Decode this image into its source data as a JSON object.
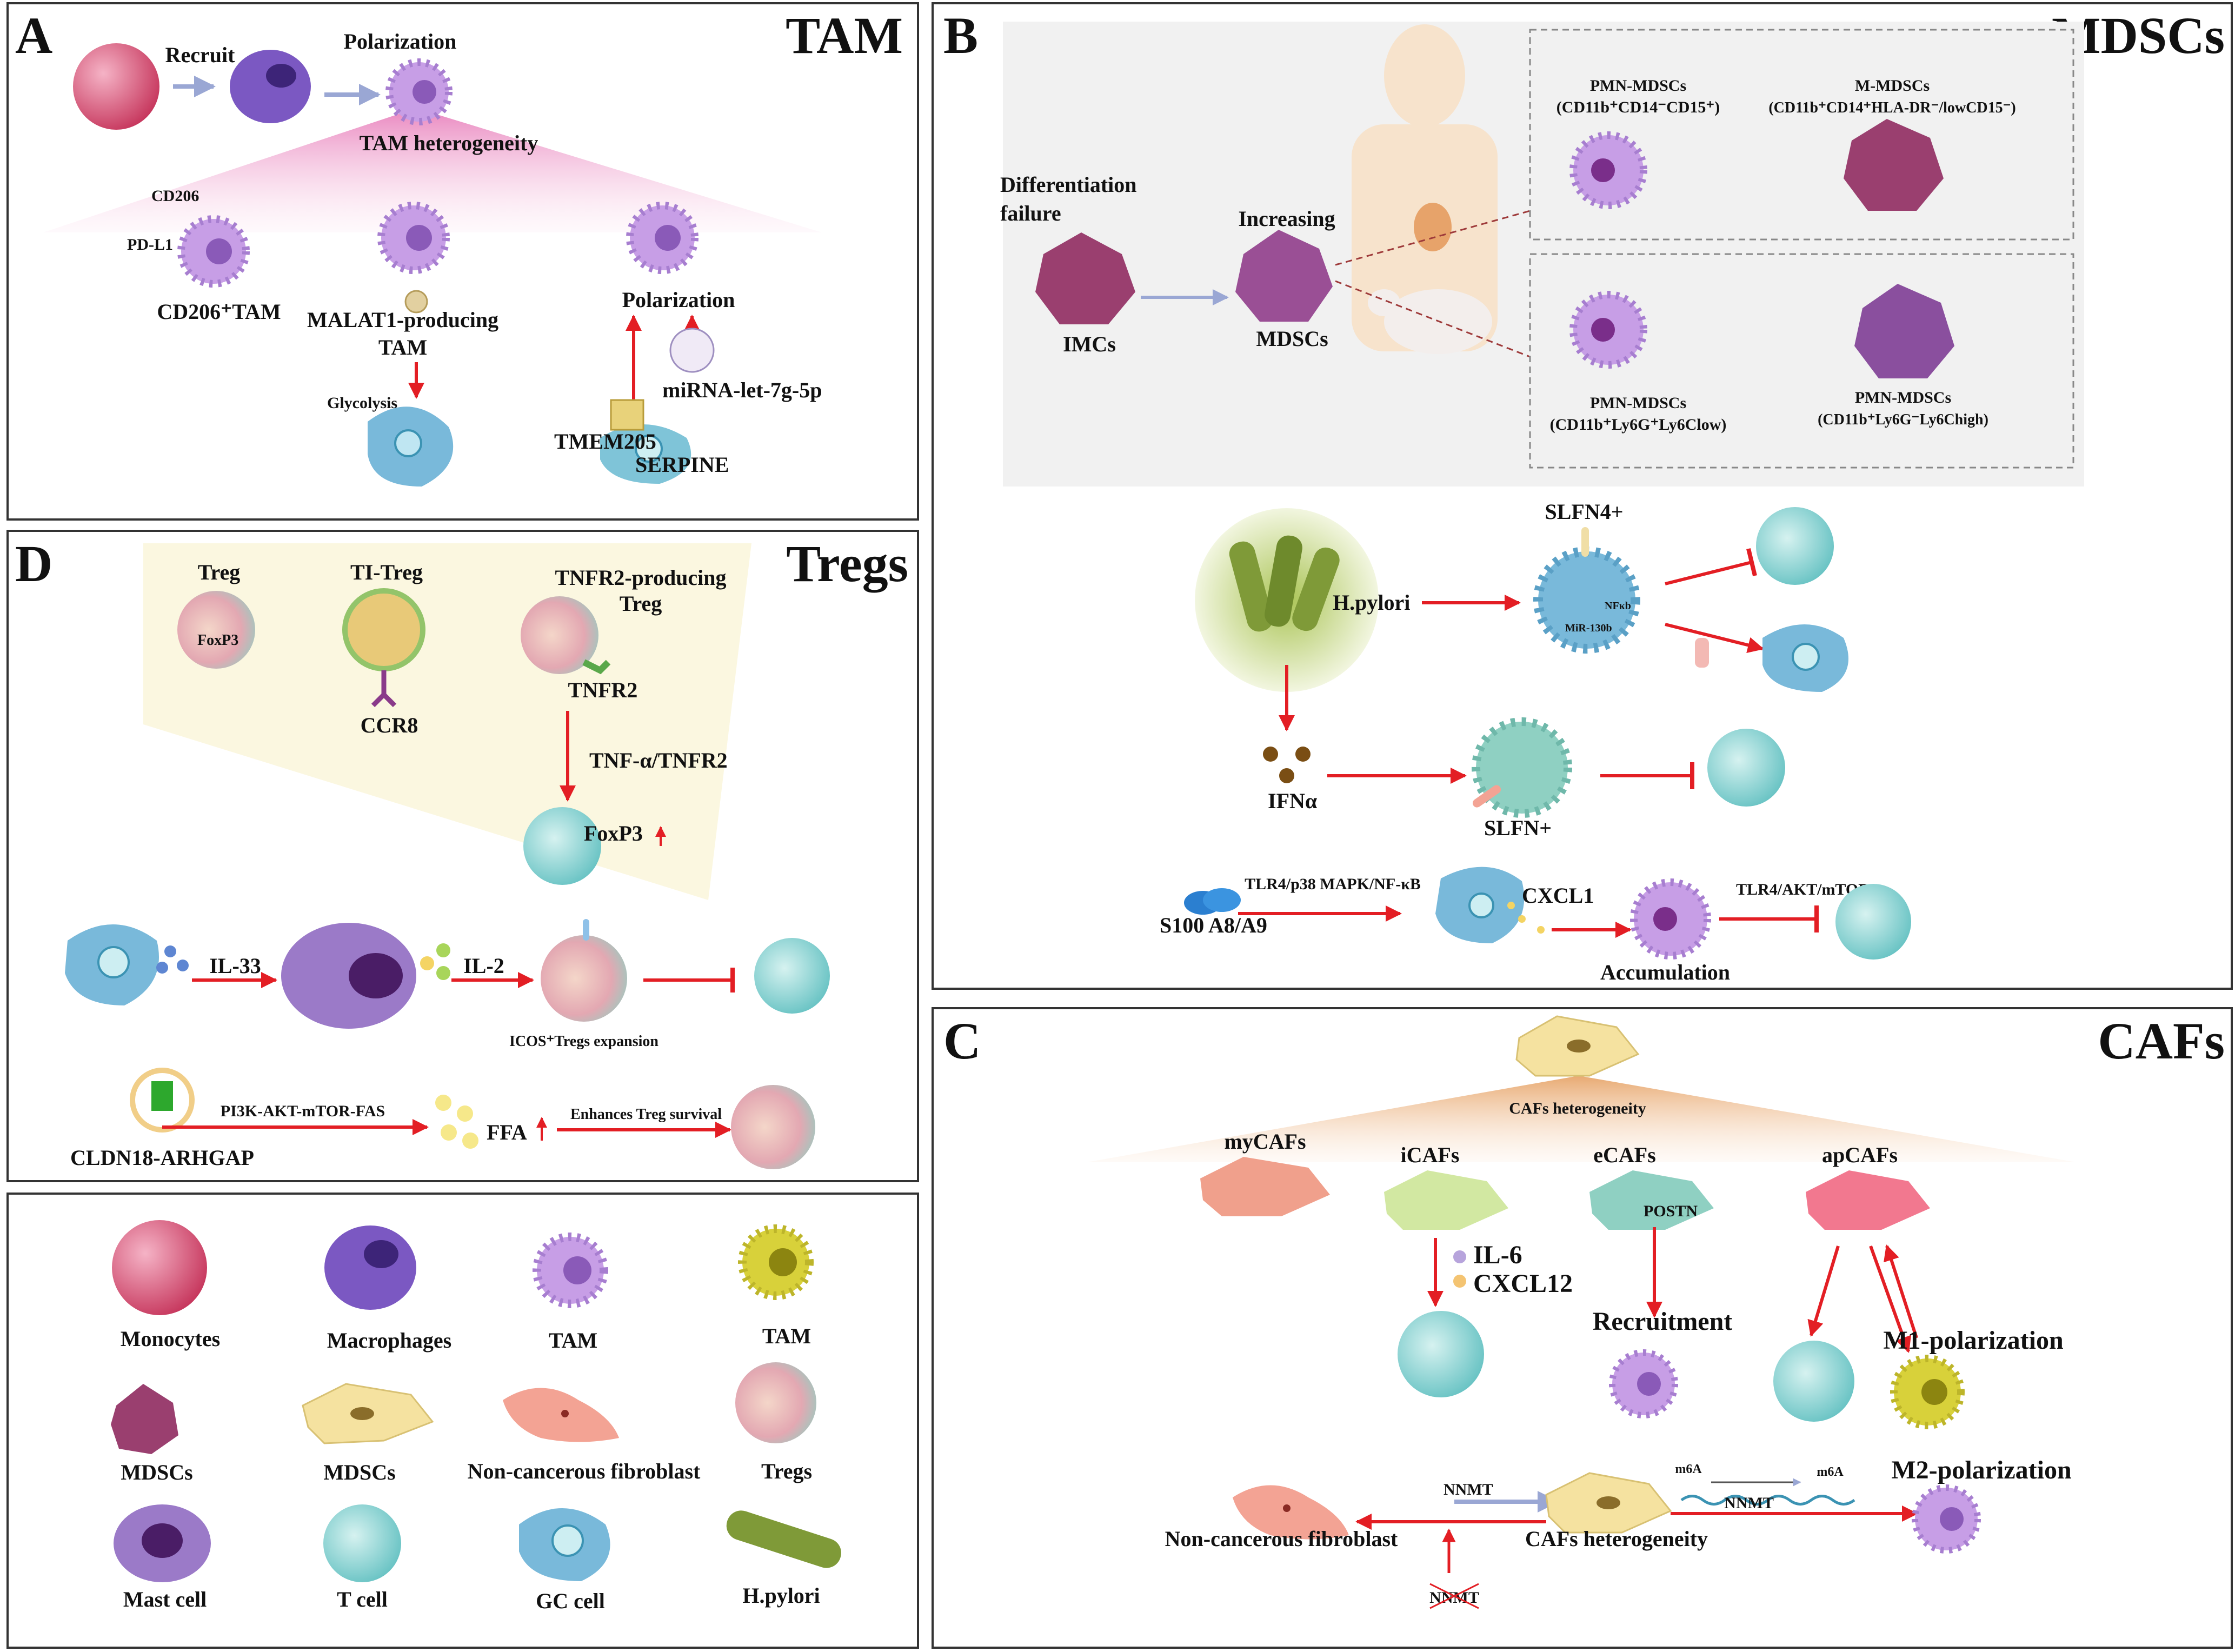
{
  "colors": {
    "arrow_red": "#e31e24",
    "arrow_blue": "#9aa7d4",
    "monocyte": "#e06080",
    "macrophage": "#7b58c2",
    "tam": "#c79ee6",
    "tam_yellow": "#d8d13a",
    "mdsc": "#9a3f6f",
    "caf": "#f5e2a0",
    "fibroblast": "#f3a394",
    "treg": "#e7b7b4",
    "tcell": "#7fd3d0",
    "gc": "#79b9da",
    "mast": "#6a3a96",
    "hpylori": "#7f9a38"
  },
  "panels": {
    "A": {
      "letter": "A",
      "title": "TAM",
      "recruit": "Recruit",
      "polarization_top": "Polarization",
      "heterogeneity": "TAM heterogeneity",
      "cd206": "CD206",
      "pdl1": "PD-L1",
      "cd206_tam": "CD206⁺TAM",
      "malat1_line1": "MALAT1-producing",
      "malat1_line2": "TAM",
      "glycolysis": "Glycolysis",
      "polarization_right": "Polarization",
      "mirna": "miRNA-let-7g-5p",
      "tmem205": "TMEM205",
      "serpine": "SERPINE"
    },
    "B": {
      "letter": "B",
      "title": "MDSCs",
      "diff_line1": "Differentiation",
      "diff_line2": "failure",
      "increasing": "Increasing",
      "imcs": "IMCs",
      "mdscs": "MDSCs",
      "pmn_human": "PMN-MDSCs",
      "pmn_human_markers": "(CD11b⁺CD14⁻CD15⁺)",
      "m_human": "M-MDSCs",
      "m_human_markers": "(CD11b⁺CD14⁺HLA-DR⁻/lowCD15⁻)",
      "pmn_mouse": "PMN-MDSCs",
      "pmn_mouse_markers": "(CD11b⁺Ly6G⁺Ly6Clow)",
      "pmn_mouse2": "PMN-MDSCs",
      "pmn_mouse2_markers": "(CD11b⁺Ly6G⁻Ly6Chigh)",
      "slfn4": "SLFN4+",
      "hpylori": "H.pylori",
      "nfkb": "NFκb",
      "mir": "MiR-130b",
      "ifna": "IFNα",
      "slfn": "SLFN+",
      "tlr4_p38": "TLR4/p38 MAPK/NF-κB",
      "s100": "S100 A8/A9",
      "cxcl1": "CXCL1",
      "tlr4_akt": "TLR4/AKT/mTOR",
      "accumulation": "Accumulation"
    },
    "C": {
      "letter": "C",
      "title": "CAFs",
      "heterogeneity": "CAFs heterogeneity",
      "mycafs": "myCAFs",
      "icafs": "iCAFs",
      "ecafs": "eCAFs",
      "apcafs": "apCAFs",
      "postn": "POSTN",
      "il6": "IL-6",
      "cxcl12": "CXCL12",
      "recruitment": "Recruitment",
      "m1": "M1-polarization",
      "m6a_1": "m6A",
      "m6a_2": "m6A",
      "m2": "M2-polarization",
      "nnmt_top": "NNMT",
      "nnmt_mid": "NNMT",
      "nnmt_bottom": "NNMT",
      "noncancer": "Non-cancerous  fibroblast",
      "caf_het_bottom": "CAFs heterogeneity"
    },
    "D": {
      "letter": "D",
      "title": "Tregs",
      "treg": "Treg",
      "foxp3": "FoxP3",
      "ti_treg": "TI-Treg",
      "ccr8": "CCR8",
      "tnfr2_treg_line1": "TNFR2-producing",
      "tnfr2_treg_line2": "Treg",
      "tnfr2": "TNFR2",
      "tnfa_tnfr2": "TNF-α/TNFR2",
      "foxp3_up": "FoxP3",
      "il33": "IL-33",
      "il2": "IL-2",
      "icos": "ICOS⁺Tregs expansion",
      "pi3k": "PI3K-AKT-mTOR-FAS",
      "ffa": "FFA",
      "enhances": "Enhances Treg survival",
      "cldn18": "CLDN18-ARHGAP"
    },
    "legend": {
      "items": [
        {
          "label": "Monocytes"
        },
        {
          "label": "Macrophages"
        },
        {
          "label": "TAM"
        },
        {
          "label": "TAM"
        },
        {
          "label": "MDSCs"
        },
        {
          "label": "MDSCs"
        },
        {
          "label": "Non-cancerous  fibroblast"
        },
        {
          "label": "Tregs"
        },
        {
          "label": "Mast cell"
        },
        {
          "label": "T cell"
        },
        {
          "label": "GC cell"
        },
        {
          "label": "H.pylori"
        }
      ]
    }
  }
}
